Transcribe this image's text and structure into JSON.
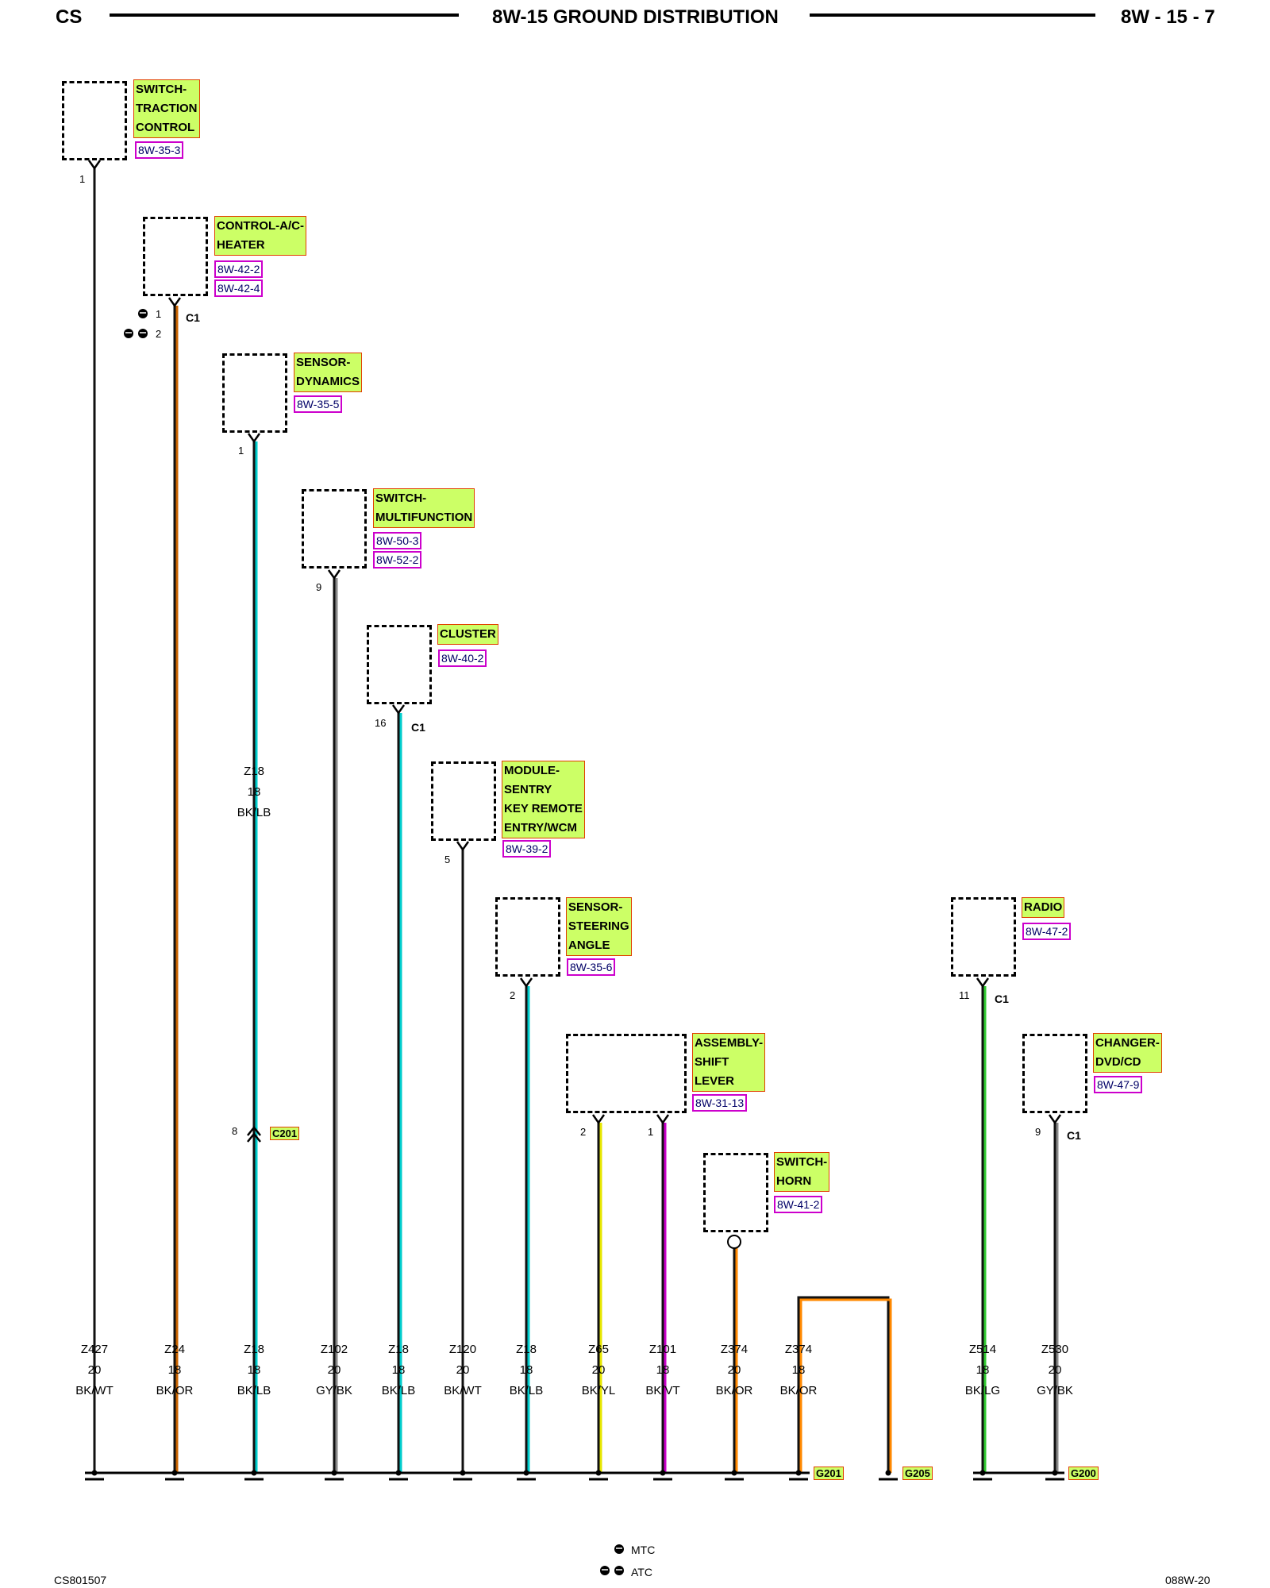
{
  "header": {
    "left": "CS",
    "title": "8W-15 GROUND DISTRIBUTION",
    "right": "8W - 15 - 7"
  },
  "components": [
    {
      "name": "SWITCH-\nTRACTION\nCONTROL",
      "refs": [
        "8W-35-3"
      ],
      "pin": "1"
    },
    {
      "name": "CONTROL-A/C-\nHEATER",
      "refs": [
        "8W-42-2",
        "8W-42-4"
      ],
      "pin": "1",
      "pin2": "2",
      "connector": "C1"
    },
    {
      "name": "SENSOR-\nDYNAMICS",
      "refs": [
        "8W-35-5"
      ],
      "pin": "1"
    },
    {
      "name": "SWITCH-\nMULTIFUNCTION",
      "refs": [
        "8W-50-3",
        "8W-52-2"
      ],
      "pin": "9"
    },
    {
      "name": "CLUSTER",
      "refs": [
        "8W-40-2"
      ],
      "pin": "16",
      "connector": "C1"
    },
    {
      "name": "MODULE-\nSENTRY\nKEY REMOTE\nENTRY/WCM",
      "refs": [
        "8W-39-2"
      ],
      "pin": "5"
    },
    {
      "name": "SENSOR-\nSTEERING\nANGLE",
      "refs": [
        "8W-35-6"
      ],
      "pin": "2"
    },
    {
      "name": "ASSEMBLY-\nSHIFT\nLEVER",
      "refs": [
        "8W-31-13"
      ],
      "pin": "2",
      "pin2": "1"
    },
    {
      "name": "SWITCH-\nHORN",
      "refs": [
        "8W-41-2"
      ]
    },
    {
      "name": "RADIO",
      "refs": [
        "8W-47-2"
      ],
      "pin": "11",
      "connector": "C1"
    },
    {
      "name": "CHANGER-\nDVD/CD",
      "refs": [
        "8W-47-9"
      ],
      "pin": "9",
      "connector": "C1"
    }
  ],
  "mid_wire": {
    "circuit": "Z18",
    "gauge": "18",
    "color": "BK/LB",
    "inline_pin": "8",
    "inline_connector": "C201"
  },
  "wires": [
    {
      "circuit": "Z427",
      "gauge": "20",
      "color": "BK/WT",
      "stroke": "#000000"
    },
    {
      "circuit": "Z24",
      "gauge": "18",
      "color": "BK/OR",
      "stroke": "#cc6600"
    },
    {
      "circuit": "Z18",
      "gauge": "18",
      "color": "BK/LB",
      "stroke": "#00cccc"
    },
    {
      "circuit": "Z102",
      "gauge": "20",
      "color": "GY/BK",
      "stroke": "#888888"
    },
    {
      "circuit": "Z18",
      "gauge": "18",
      "color": "BK/LB",
      "stroke": "#00cccc"
    },
    {
      "circuit": "Z120",
      "gauge": "20",
      "color": "BK/WT",
      "stroke": "#000000"
    },
    {
      "circuit": "Z18",
      "gauge": "18",
      "color": "BK/LB",
      "stroke": "#00cccc"
    },
    {
      "circuit": "Z65",
      "gauge": "20",
      "color": "BK/YL",
      "stroke": "#e6e600"
    },
    {
      "circuit": "Z101",
      "gauge": "18",
      "color": "BK/VT",
      "stroke": "#cc00cc"
    },
    {
      "circuit": "Z374",
      "gauge": "20",
      "color": "BK/OR",
      "stroke": "#ff8800"
    },
    {
      "circuit": "Z374",
      "gauge": "18",
      "color": "BK/OR",
      "stroke": "#ff8800"
    },
    {
      "circuit": "Z514",
      "gauge": "18",
      "color": "BK/LG",
      "stroke": "#33cc33"
    },
    {
      "circuit": "Z530",
      "gauge": "20",
      "color": "GY/BK",
      "stroke": "#888888"
    }
  ],
  "grounds": [
    "G201",
    "G205",
    "G200"
  ],
  "legend": {
    "mtc": "MTC",
    "atc": "ATC"
  },
  "footer": {
    "left": "CS801507",
    "right": "088W-20"
  }
}
